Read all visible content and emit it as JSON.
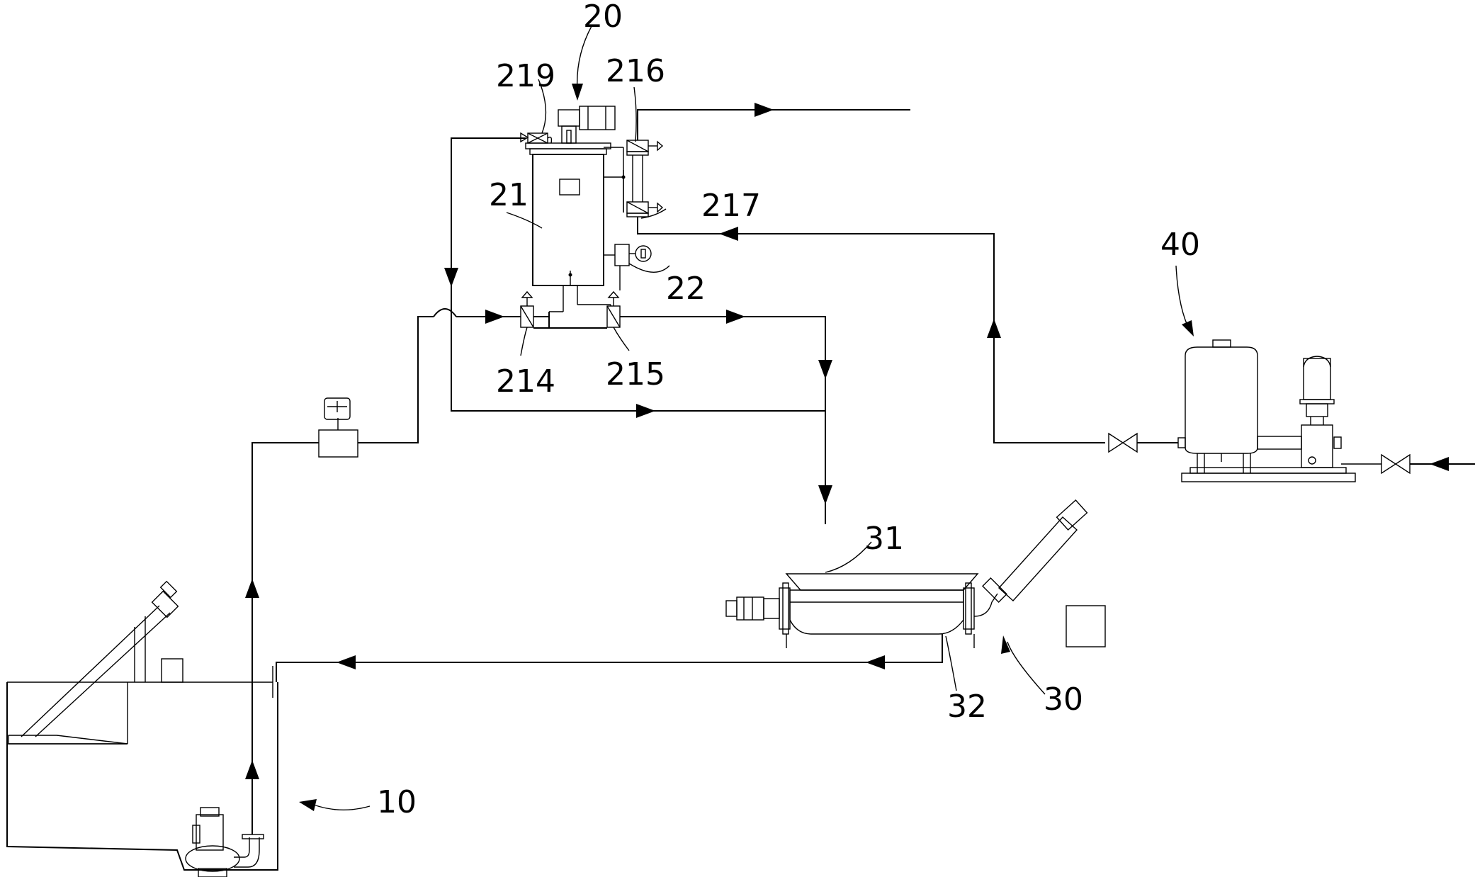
{
  "labels": {
    "system_10": "10",
    "system_20": "20",
    "system_30": "30",
    "system_40": "40",
    "tank_21": "21",
    "gauge_22": "22",
    "hopper_31": "31",
    "outlet_32": "32",
    "valve_214": "214",
    "valve_215": "215",
    "valve_216": "216",
    "valve_217": "217",
    "valve_219": "219"
  },
  "icons": {
    "flow_arrow": "triangle-arrowhead",
    "gauge": "pressure-gauge-icon",
    "valve": "gate-valve-icon",
    "pump": "submersible-pump-icon",
    "motor": "motor-icon"
  },
  "colors": {
    "line": "#000000",
    "background": "#ffffff"
  }
}
